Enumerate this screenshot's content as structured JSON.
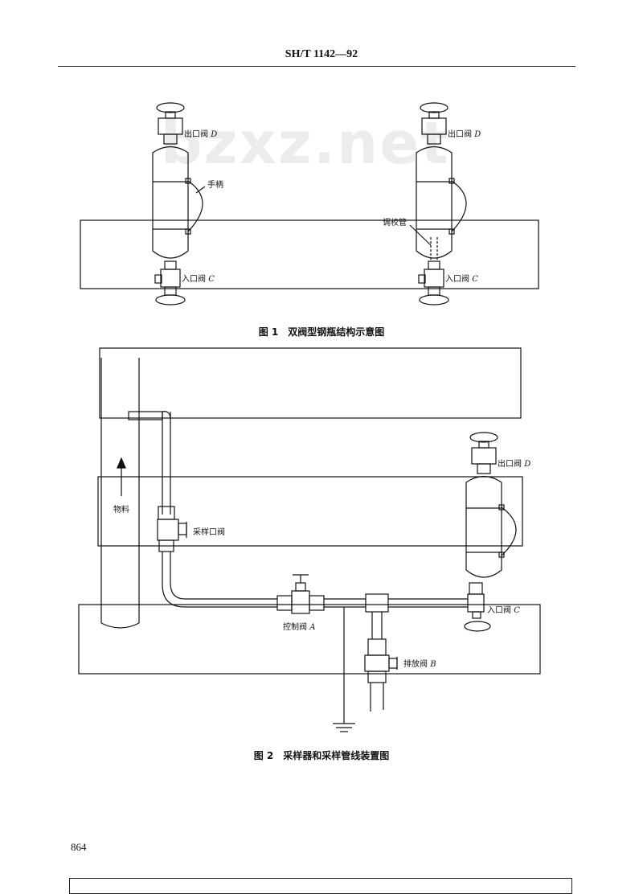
{
  "header": {
    "doc_code": "SH/T 1142—92"
  },
  "watermark": {
    "text": "bzxz.net"
  },
  "figure1": {
    "caption": "图 1　双阀型钢瓶结构示意图",
    "labels": {
      "outlet_valve": "出口阀",
      "outlet_letter": "D",
      "hand_grip": "手柄",
      "adjust_tube": "调校管",
      "inlet_valve": "入口阀",
      "inlet_letter": "C"
    }
  },
  "figure2": {
    "caption": "图 2　采样器和采样管线装置图",
    "labels": {
      "material": "物料",
      "sampling_valve": "采样口阀",
      "control_valve": "控制阀",
      "control_letter": "A",
      "drain_valve": "排放阀",
      "drain_letter": "B",
      "outlet_valve": "出口阀",
      "outlet_letter": "D",
      "inlet_valve": "入口阀",
      "inlet_letter": "C"
    }
  },
  "footer": {
    "page_number": "864"
  }
}
